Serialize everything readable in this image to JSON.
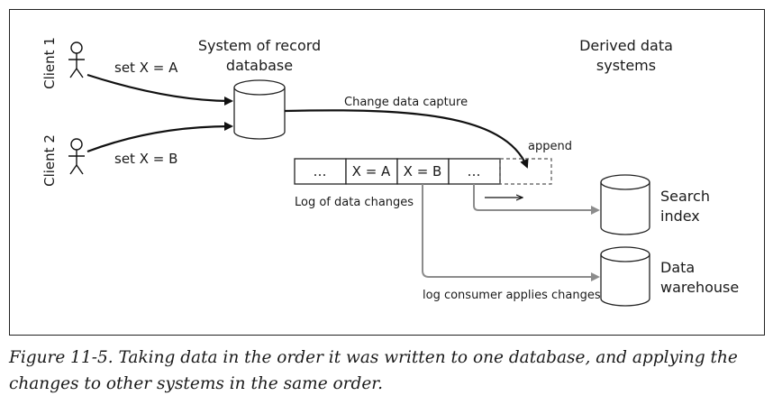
{
  "clients": [
    {
      "label": "Client 1",
      "action": "set X = A"
    },
    {
      "label": "Client 2",
      "action": "set X = B"
    }
  ],
  "system_of_record": {
    "line1": "System of record",
    "line2": "database"
  },
  "derived": {
    "line1": "Derived data",
    "line2": "systems"
  },
  "cdc_label": "Change data capture",
  "append_label": "append",
  "log": {
    "cells": [
      "…",
      "X = A",
      "X = B",
      "…"
    ],
    "label": "Log of data changes"
  },
  "consumer_label": "log consumer applies changes",
  "targets": [
    {
      "line1": "Search",
      "line2": "index"
    },
    {
      "line1": "Data",
      "line2": "warehouse"
    }
  ],
  "caption": "Figure 11-5. Taking data in the order it was written to one database, and applying the changes to other systems in the same order."
}
